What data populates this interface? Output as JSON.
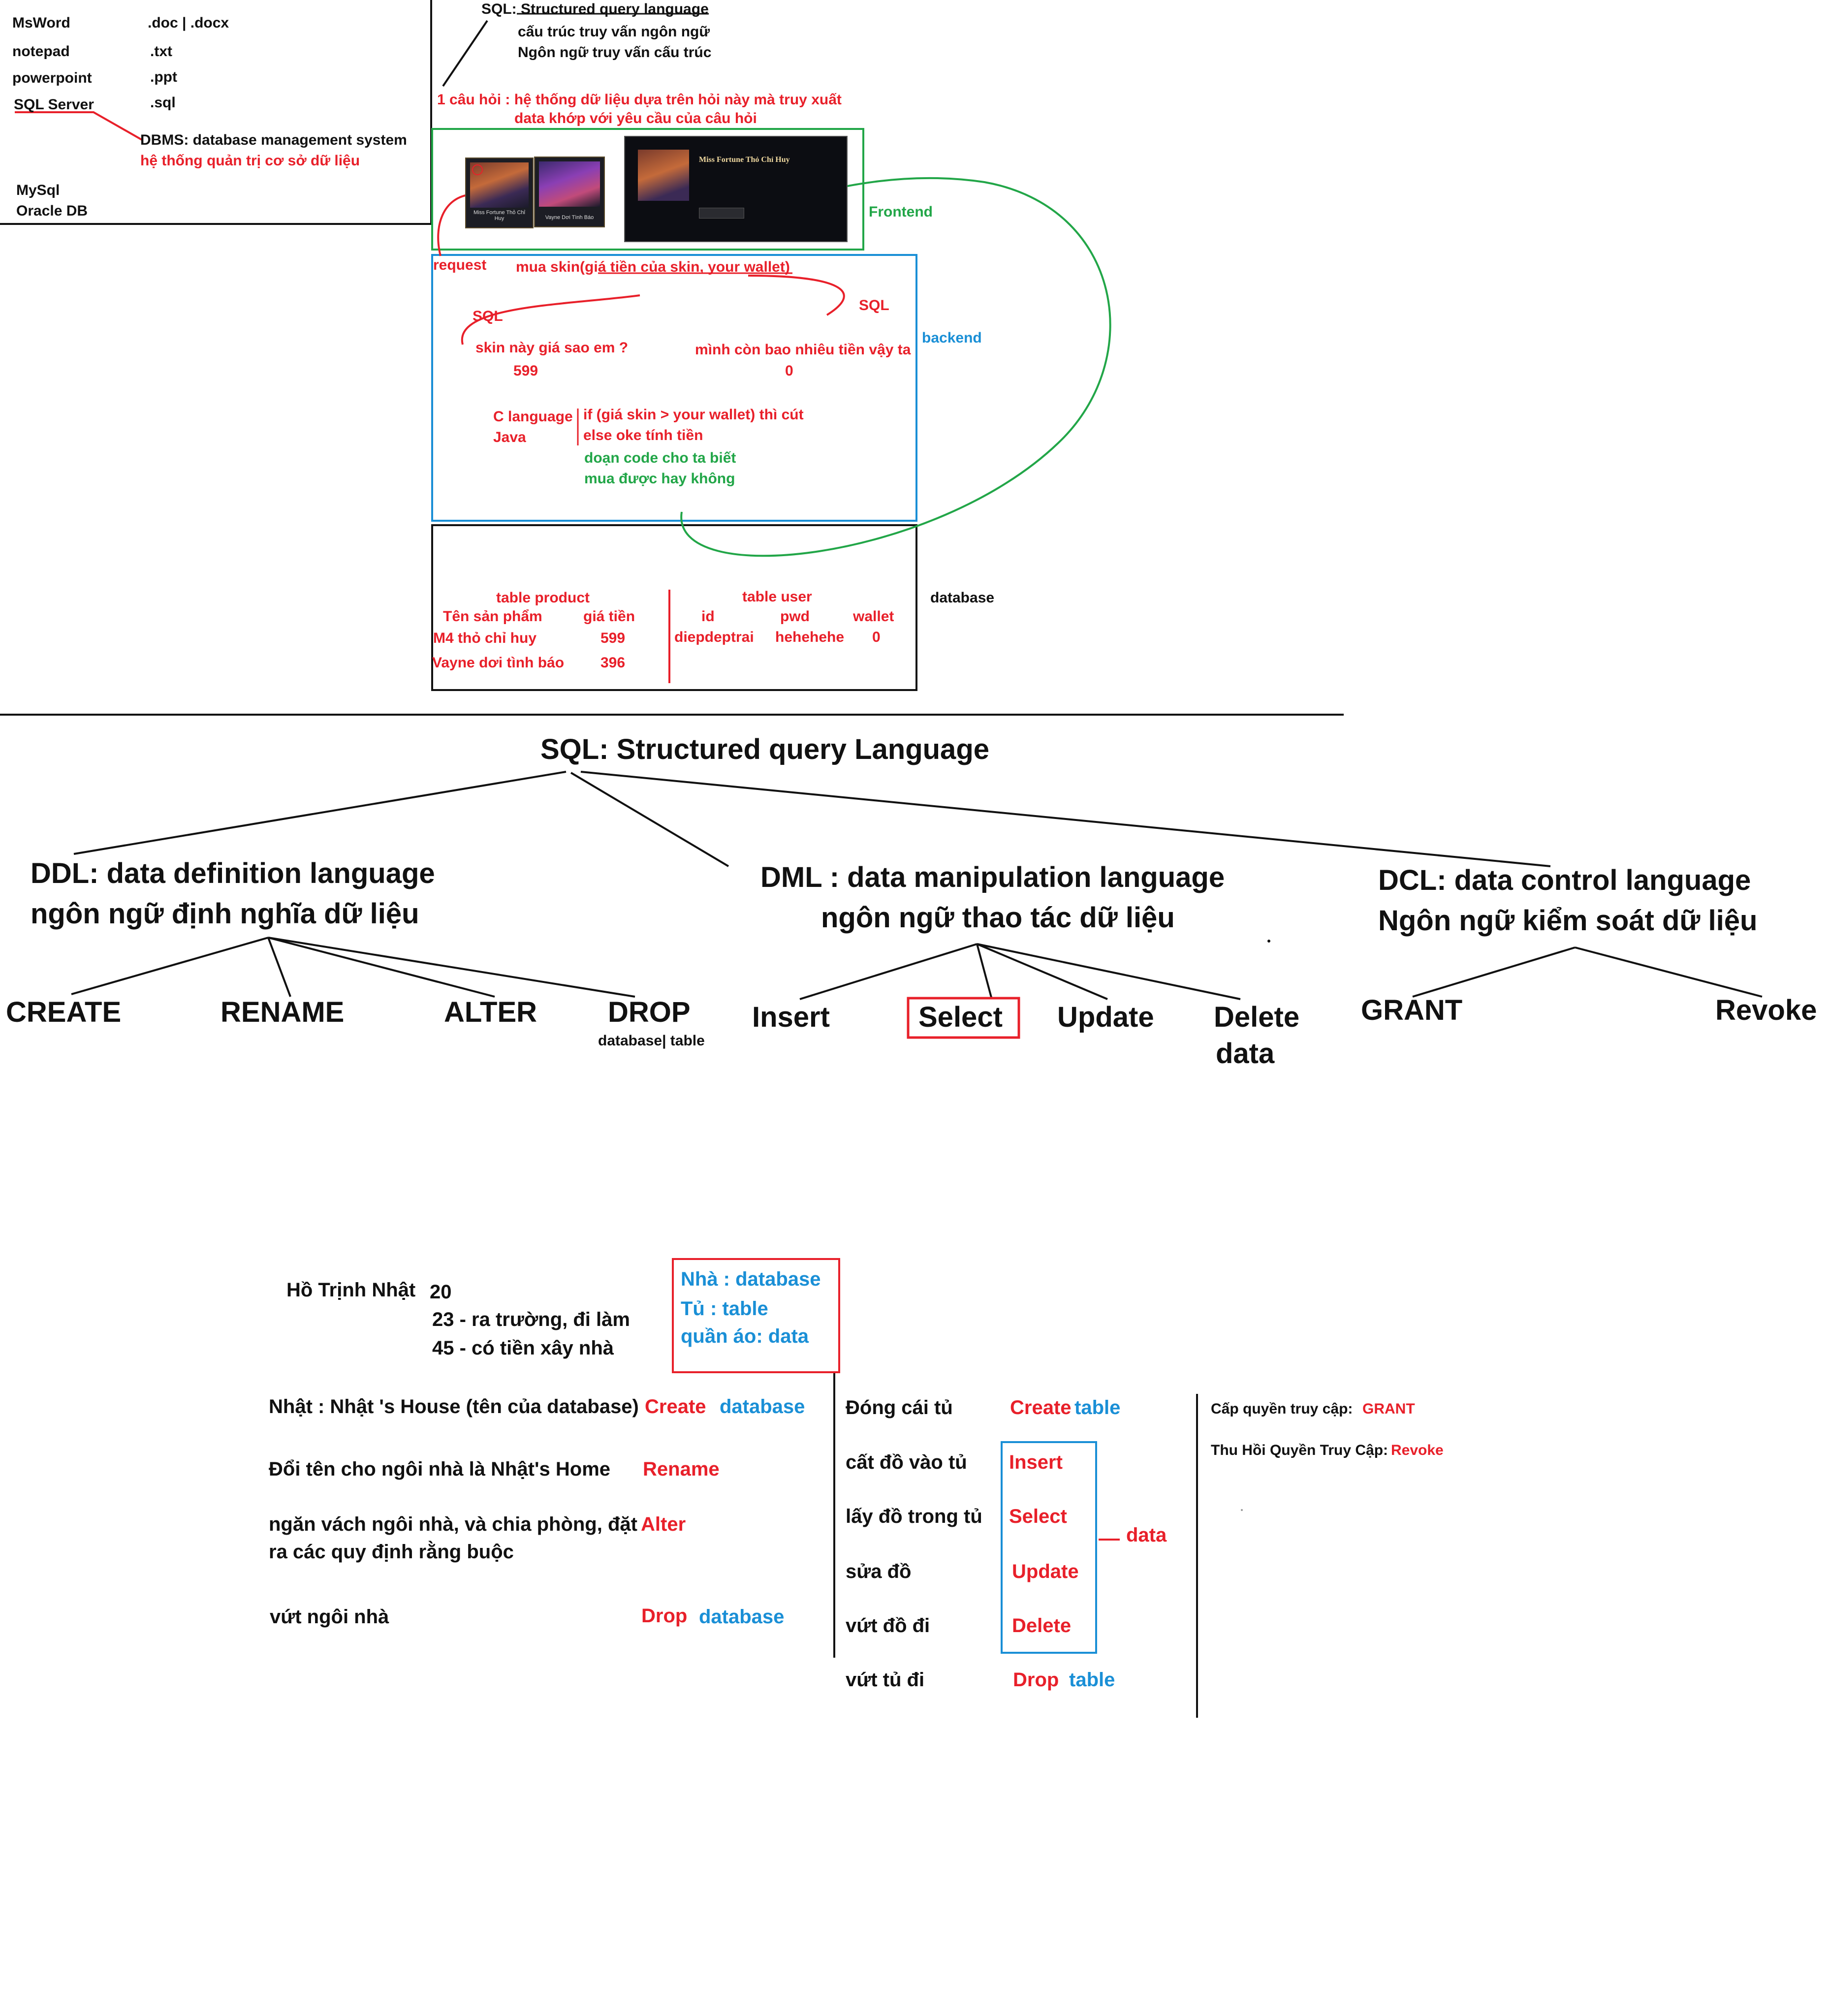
{
  "file_types": {
    "rows": [
      {
        "app": "MsWord",
        "ext": ".doc | .docx"
      },
      {
        "app": "notepad",
        "ext": ".txt"
      },
      {
        "app": "powerpoint",
        "ext": ".ppt"
      },
      {
        "app": "SQL Server",
        "ext": ".sql"
      }
    ],
    "dbms_line1": "DBMS: database management system",
    "dbms_line2": "hệ thống quản trị cơ sở dữ liệu",
    "db_products": [
      "MySql",
      "Oracle DB"
    ]
  },
  "sql_intro": {
    "title_prefix": "SQL:",
    "title": "Structured query language",
    "line2": "cấu trúc    truy vấn   ngôn ngữ",
    "line3": "Ngôn ngữ truy vấn cấu trúc",
    "question_line1": "1 câu hỏi : hệ thống dữ liệu dựa trên hỏi này mà truy xuất",
    "question_line2": "data khớp với yêu cầu của câu hỏi"
  },
  "architecture": {
    "frontend_label": "Frontend",
    "skin_cards": [
      "Miss Fortune Thỏ Chỉ Huy",
      "Vayne Dơi Tình Báo"
    ],
    "skin_detail_title": "Miss Fortune Thỏ Chỉ Huy",
    "request_label": "request",
    "request_text": "mua skin(giá tiền của skin, your wallet)",
    "backend_label": "backend",
    "sql_left": "SQL",
    "sql_right": "SQL",
    "q_price": "skin này giá sao em ?",
    "q_price_value": "599",
    "q_wallet": "mình còn bao nhiêu tiền vậy ta",
    "q_wallet_value": "0",
    "lang_1": "C language",
    "lang_2": "Java",
    "logic_1": "if (giá skin  > your wallet) thì cút",
    "logic_2": "else oke tính tiền",
    "logic_3": "doạn code cho ta biết",
    "logic_4": "mua được hay không",
    "database_label": "database",
    "table_product": {
      "title": "table product",
      "headers": [
        "Tên sản phẩm",
        "giá tiền"
      ],
      "rows": [
        [
          "M4 thỏ chỉ huy",
          "599"
        ],
        [
          "Vayne dơi tình báo",
          "396"
        ]
      ]
    },
    "table_user": {
      "title": "table user",
      "headers": [
        "id",
        "pwd",
        "wallet"
      ],
      "rows": [
        [
          "diepdeptrai",
          "hehehehe",
          "0"
        ]
      ]
    }
  },
  "tree": {
    "root": "SQL: Structured query Language",
    "ddl": {
      "line1": "DDL: data definition language",
      "line2": "ngôn ngữ định nghĩa dữ liệu",
      "children": [
        "CREATE",
        "RENAME",
        "ALTER",
        "DROP"
      ],
      "drop_note": "database| table"
    },
    "dml": {
      "line1": "DML : data manipulation language",
      "line2": "ngôn ngữ thao tác dữ liệu",
      "children": [
        "Insert",
        "Select",
        "Update",
        "Delete"
      ],
      "delete_line2": "data"
    },
    "dcl": {
      "line1": "DCL: data control language",
      "line2": "Ngôn ngữ kiểm soát dữ liệu",
      "children": [
        "GRANT",
        "Revoke"
      ]
    }
  },
  "analogy": {
    "person_name": "Hồ Trịnh Nhật",
    "age_1": "20",
    "age_2": "23 - ra trường, đi làm",
    "age_3": "45 - có tiền xây nhà",
    "legend": [
      "Nhà : database",
      "Tủ    : table",
      "quần áo: data"
    ],
    "ddl_rows": [
      {
        "text": "Nhật : Nhật 's House (tên của database)",
        "cmd": "Create",
        "obj": "database"
      },
      {
        "text": "Đổi tên cho ngôi nhà là Nhật's Home",
        "cmd": "Rename",
        "obj": ""
      },
      {
        "text": "ngăn vách ngôi nhà, và chia phòng, đặt",
        "text2": "ra các quy định rằng buộc",
        "cmd": "Alter",
        "obj": ""
      },
      {
        "text": "vứt ngôi nhà",
        "cmd": "Drop",
        "obj": "database"
      }
    ],
    "table_rows": [
      {
        "text": "Đóng cái tủ",
        "cmd": "Create",
        "obj": "table"
      },
      {
        "text": "cất đồ vào tủ",
        "cmd": "Insert"
      },
      {
        "text": "lấy đồ trong tủ",
        "cmd": "Select"
      },
      {
        "text": "sửa đồ",
        "cmd": "Update"
      },
      {
        "text": "vứt đồ đi",
        "cmd": "Delete"
      },
      {
        "text": "vứt tủ đi",
        "cmd": "Drop",
        "obj": "table"
      }
    ],
    "data_label": "data",
    "grant_text": "Cấp quyền truy cập:",
    "grant_cmd": "GRANT",
    "revoke_text": "Thu Hồi Quyền Truy Cập:",
    "revoke_cmd": "Revoke"
  }
}
